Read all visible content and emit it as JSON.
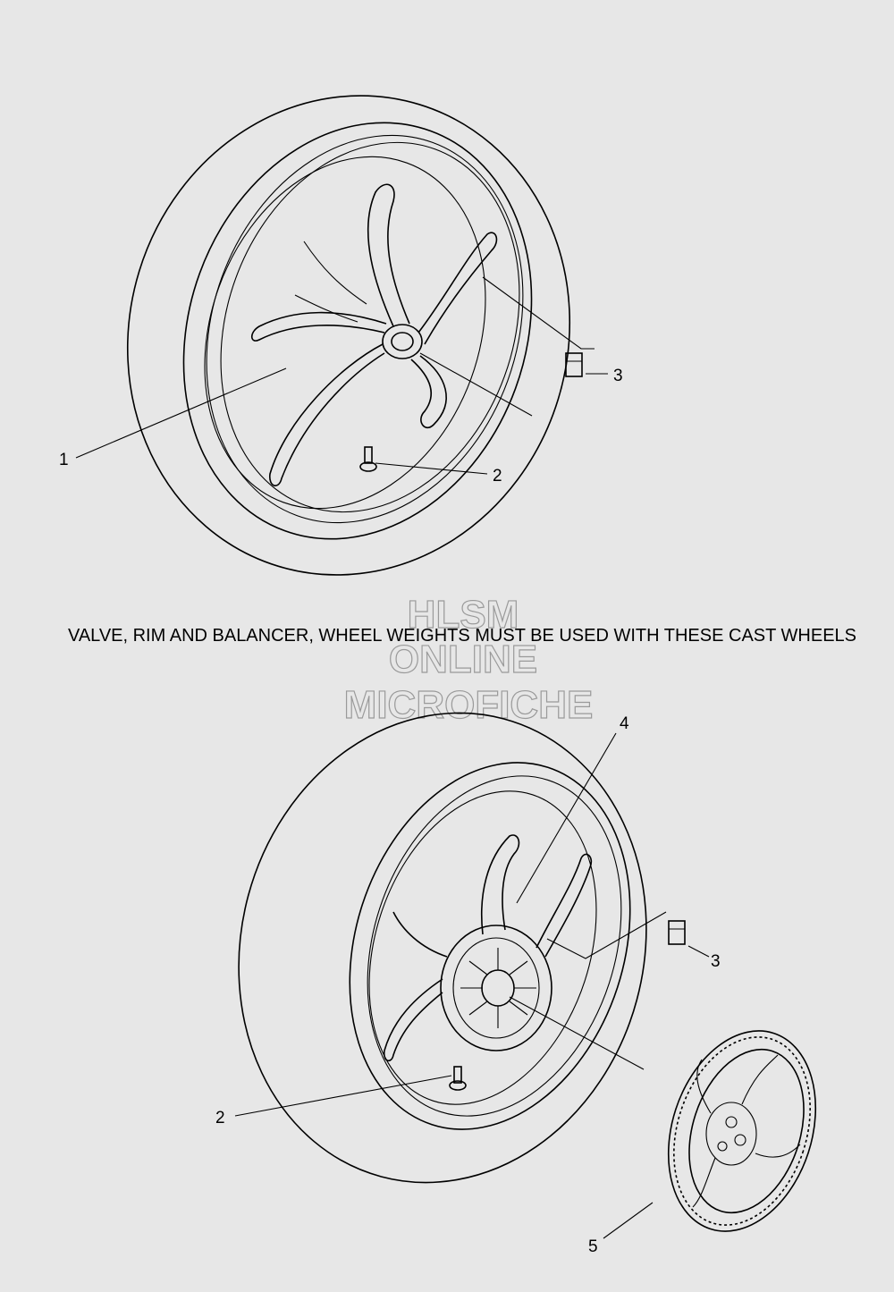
{
  "caption": "VALVE, RIM AND BALANCER, WHEEL WEIGHTS MUST BE USED WITH THESE CAST WHEELS",
  "watermark": {
    "line1": "HLSM",
    "line2": "ONLINE",
    "line3": "MICROFICHE"
  },
  "callouts": {
    "front_wheel": "1",
    "front_valve": "2",
    "front_weight": "3",
    "rear_wheel": "4",
    "rear_valve": "2",
    "rear_weight": "3",
    "pulley": "5"
  }
}
